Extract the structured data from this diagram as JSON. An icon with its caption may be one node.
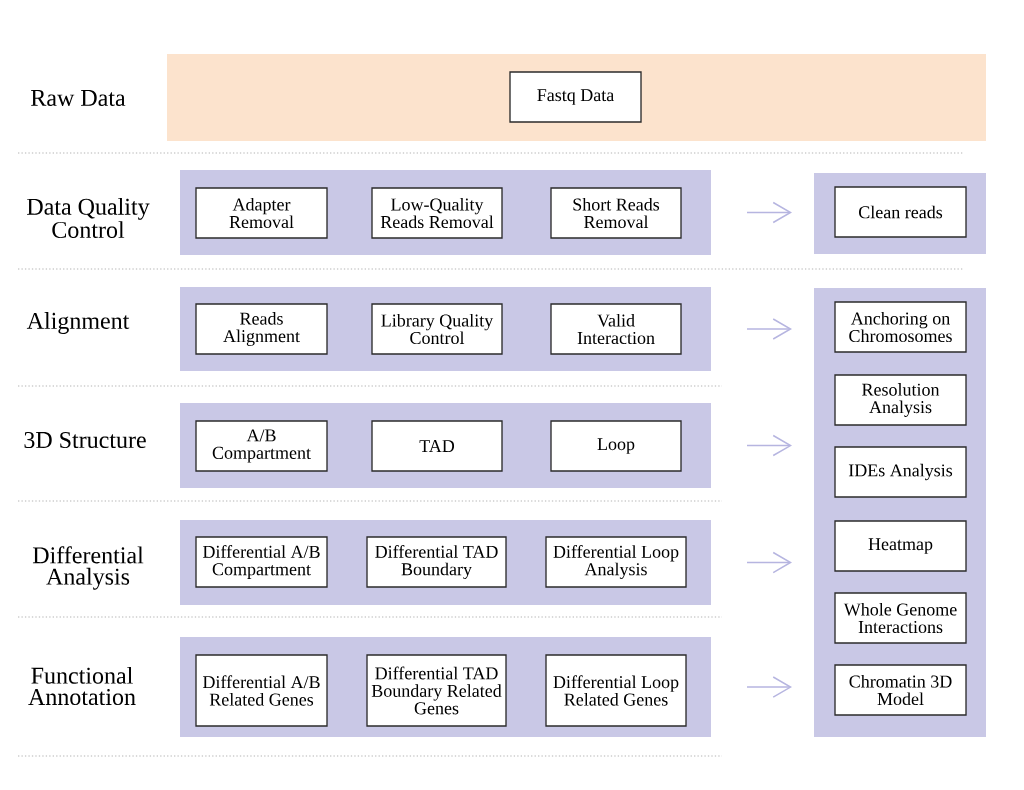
{
  "diagram": {
    "nodes": [
      {
        "text": [],
        "shape": "band",
        "beside": [
          "Raw Data"
        ]
      },
      {
        "text": [
          "Fastq Data"
        ],
        "in": 0
      },
      {
        "text": [],
        "shape": "band",
        "beside": [
          "Data Quality Control"
        ]
      },
      {
        "text": [
          "Adapter Removal"
        ],
        "in": 2
      },
      {
        "text": [
          "Low-Quality Reads Removal"
        ],
        "in": 2
      },
      {
        "text": [
          "Short Reads Removal"
        ],
        "in": 2
      },
      {
        "text": [],
        "shape": "band"
      },
      {
        "text": [
          "Clean reads"
        ],
        "in": 6
      },
      {
        "text": [],
        "shape": "band",
        "beside": [
          "Alignment"
        ]
      },
      {
        "text": [
          "Reads Alignment"
        ],
        "in": 8
      },
      {
        "text": [
          "Library Quality Control"
        ],
        "in": 8
      },
      {
        "text": [
          "Valid Interaction"
        ],
        "in": 8
      },
      {
        "text": [],
        "shape": "band",
        "beside": [
          "3D Structure"
        ]
      },
      {
        "text": [
          "A/B Compartment"
        ],
        "in": 12
      },
      {
        "text": [
          "TAD"
        ],
        "in": 12
      },
      {
        "text": [
          "Loop"
        ],
        "in": 12
      },
      {
        "text": [],
        "shape": "band",
        "beside": [
          "Differential Analysis"
        ]
      },
      {
        "text": [
          "Differential A/B Compartment"
        ],
        "in": 16
      },
      {
        "text": [
          "Differential TAD Boundary"
        ],
        "in": 16
      },
      {
        "text": [
          "Differential Loop Analysis"
        ],
        "in": 16
      },
      {
        "text": [],
        "shape": "band",
        "beside": [
          "Functional Annotation"
        ]
      },
      {
        "text": [
          "Differential A/B Related Genes"
        ],
        "in": 20
      },
      {
        "text": [
          "Differential TAD Boundary Related Genes"
        ],
        "in": 20
      },
      {
        "text": [
          "Differential Loop Related Genes"
        ],
        "in": 20
      },
      {
        "text": [],
        "shape": "band"
      },
      {
        "text": [
          "Anchoring on Chromosomes"
        ],
        "in": 24
      },
      {
        "text": [
          "Resolution Analysis"
        ],
        "in": 24
      },
      {
        "text": [
          "IDEs Analysis"
        ],
        "in": 24
      },
      {
        "text": [
          "Heatmap"
        ],
        "in": 24
      },
      {
        "text": [
          "Whole Genome Interactions"
        ],
        "in": 24
      },
      {
        "text": [
          "Chromatin 3D Model"
        ],
        "in": 24
      }
    ],
    "edges": [
      {
        "from": 2,
        "to": 6,
        "arrow": "to"
      },
      {
        "from": 8,
        "to": 24,
        "arrow": "to"
      },
      {
        "from": 12,
        "to": 24,
        "arrow": "to"
      },
      {
        "from": 16,
        "to": 24,
        "arrow": "to"
      },
      {
        "from": 20,
        "to": 24,
        "arrow": "to"
      }
    ]
  }
}
